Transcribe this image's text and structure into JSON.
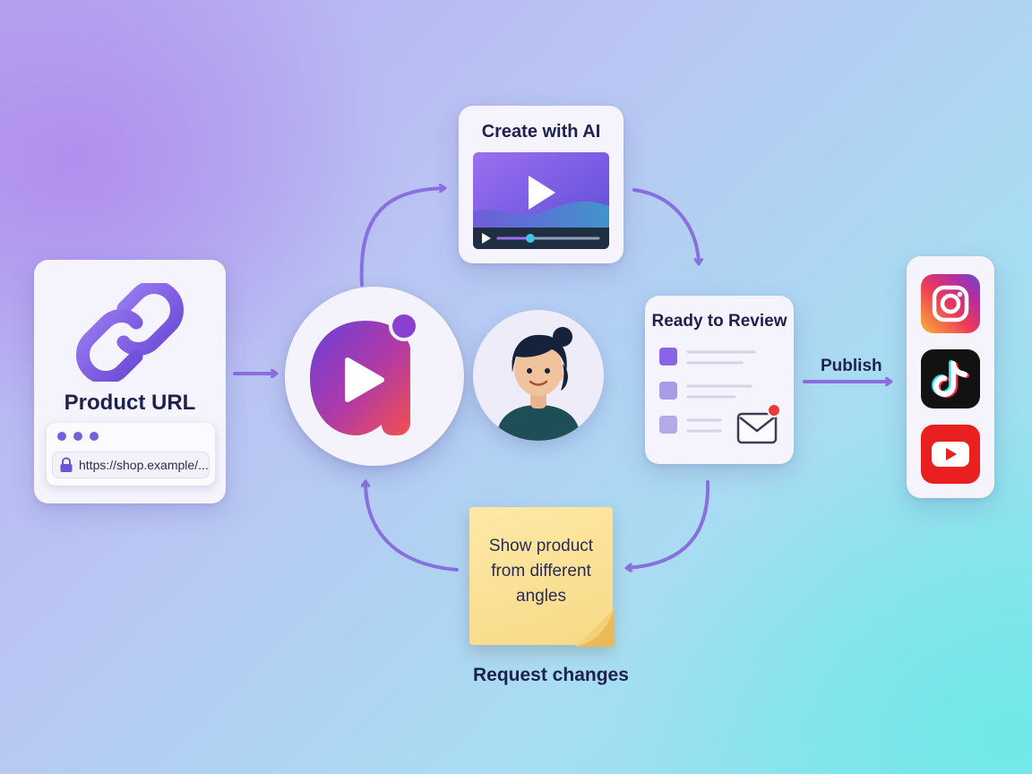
{
  "steps": {
    "product_url": {
      "title": "Product URL",
      "url": "https://shop.example/..."
    },
    "create": {
      "title": "Create with AI"
    },
    "review": {
      "title": "Ready to Review"
    },
    "publish_label": "Publish",
    "request_label": "Request changes",
    "feedback_note": "Show product\nfrom different\nangles"
  },
  "platforms": [
    "instagram-icon",
    "tiktok-icon",
    "youtube-icon"
  ],
  "colors": {
    "accent": "#7a5fdc",
    "arrow": "#8a6fe0",
    "sticky": "#fbe29a",
    "text": "#1e2150"
  }
}
